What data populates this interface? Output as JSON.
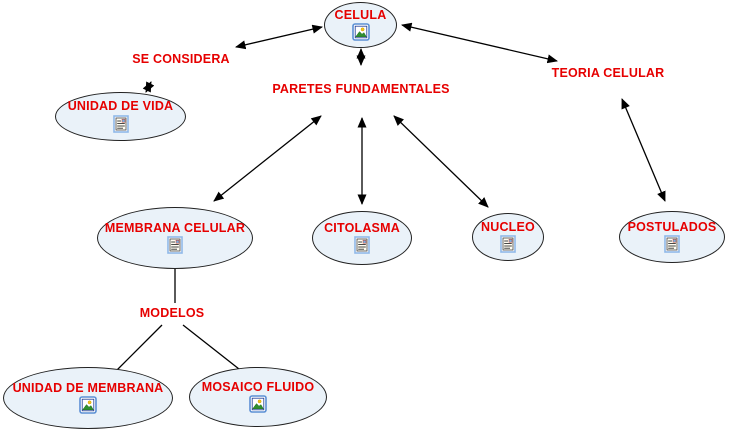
{
  "diagram": {
    "nodes": {
      "celula": {
        "label": "CELULA",
        "icon": "picture-icon"
      },
      "unidad_de_vida": {
        "label": "UNIDAD DE VIDA",
        "icon": "document-icon"
      },
      "membrana_celular": {
        "label": "MEMBRANA CELULAR",
        "icon": "document-icon"
      },
      "citolasma": {
        "label": "CITOLASMA",
        "icon": "document-icon"
      },
      "nucleo": {
        "label": "NUCLEO",
        "icon": "document-icon"
      },
      "postulados": {
        "label": "POSTULADOS",
        "icon": "document-icon"
      },
      "unidad_de_membrana": {
        "label": "UNIDAD DE MEMBRANA",
        "icon": "picture-icon"
      },
      "mosaico_fluido": {
        "label": "MOSAICO FLUIDO",
        "icon": "picture-icon"
      }
    },
    "link_labels": {
      "se_considera": "SE CONSIDERA",
      "paretes_fundamentales": "PARETES FUNDAMENTALES",
      "teoria_celular": "TEORIA CELULAR",
      "modelos": "MODELOS"
    },
    "colors": {
      "node_fill": "#eaf2f9",
      "node_border": "#222222",
      "label_red": "#e60000",
      "connector_black": "#000000",
      "icon_frame_blue": "#5b8fd4",
      "icon_mountain_green": "#2f8f2f",
      "icon_sun_yellow": "#f5c518"
    }
  }
}
